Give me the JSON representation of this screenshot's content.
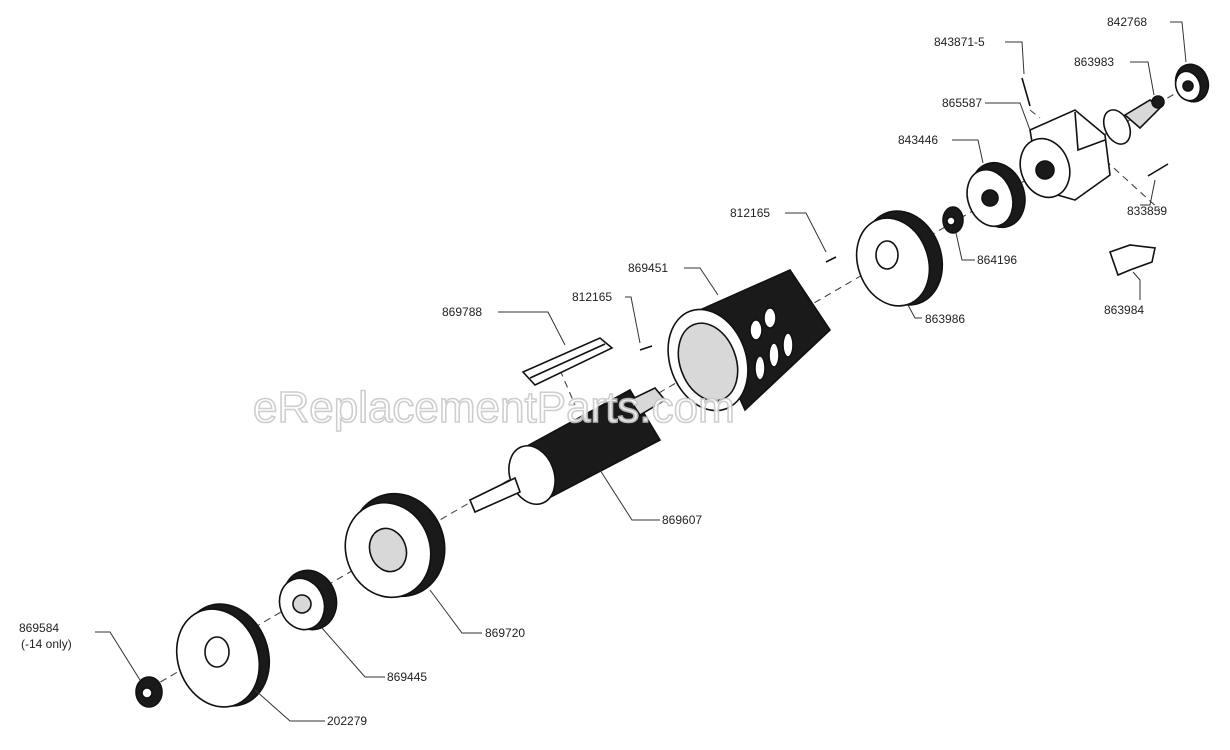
{
  "watermark": "eReplacementParts.com",
  "parts": [
    {
      "id": "842768",
      "label": "842768"
    },
    {
      "id": "843871-5",
      "label": "843871-5"
    },
    {
      "id": "863983",
      "label": "863983"
    },
    {
      "id": "865587",
      "label": "865587"
    },
    {
      "id": "843446",
      "label": "843446"
    },
    {
      "id": "833859",
      "label": "833859"
    },
    {
      "id": "812165-a",
      "label": "812165"
    },
    {
      "id": "864196",
      "label": "864196"
    },
    {
      "id": "863984",
      "label": "863984"
    },
    {
      "id": "869451",
      "label": "869451"
    },
    {
      "id": "863986",
      "label": "863986"
    },
    {
      "id": "812165-b",
      "label": "812165"
    },
    {
      "id": "869788",
      "label": "869788"
    },
    {
      "id": "869607",
      "label": "869607"
    },
    {
      "id": "869720",
      "label": "869720"
    },
    {
      "id": "869584",
      "label": "869584",
      "note": "(-14 only)"
    },
    {
      "id": "869445",
      "label": "869445"
    },
    {
      "id": "202279",
      "label": "202279"
    }
  ]
}
